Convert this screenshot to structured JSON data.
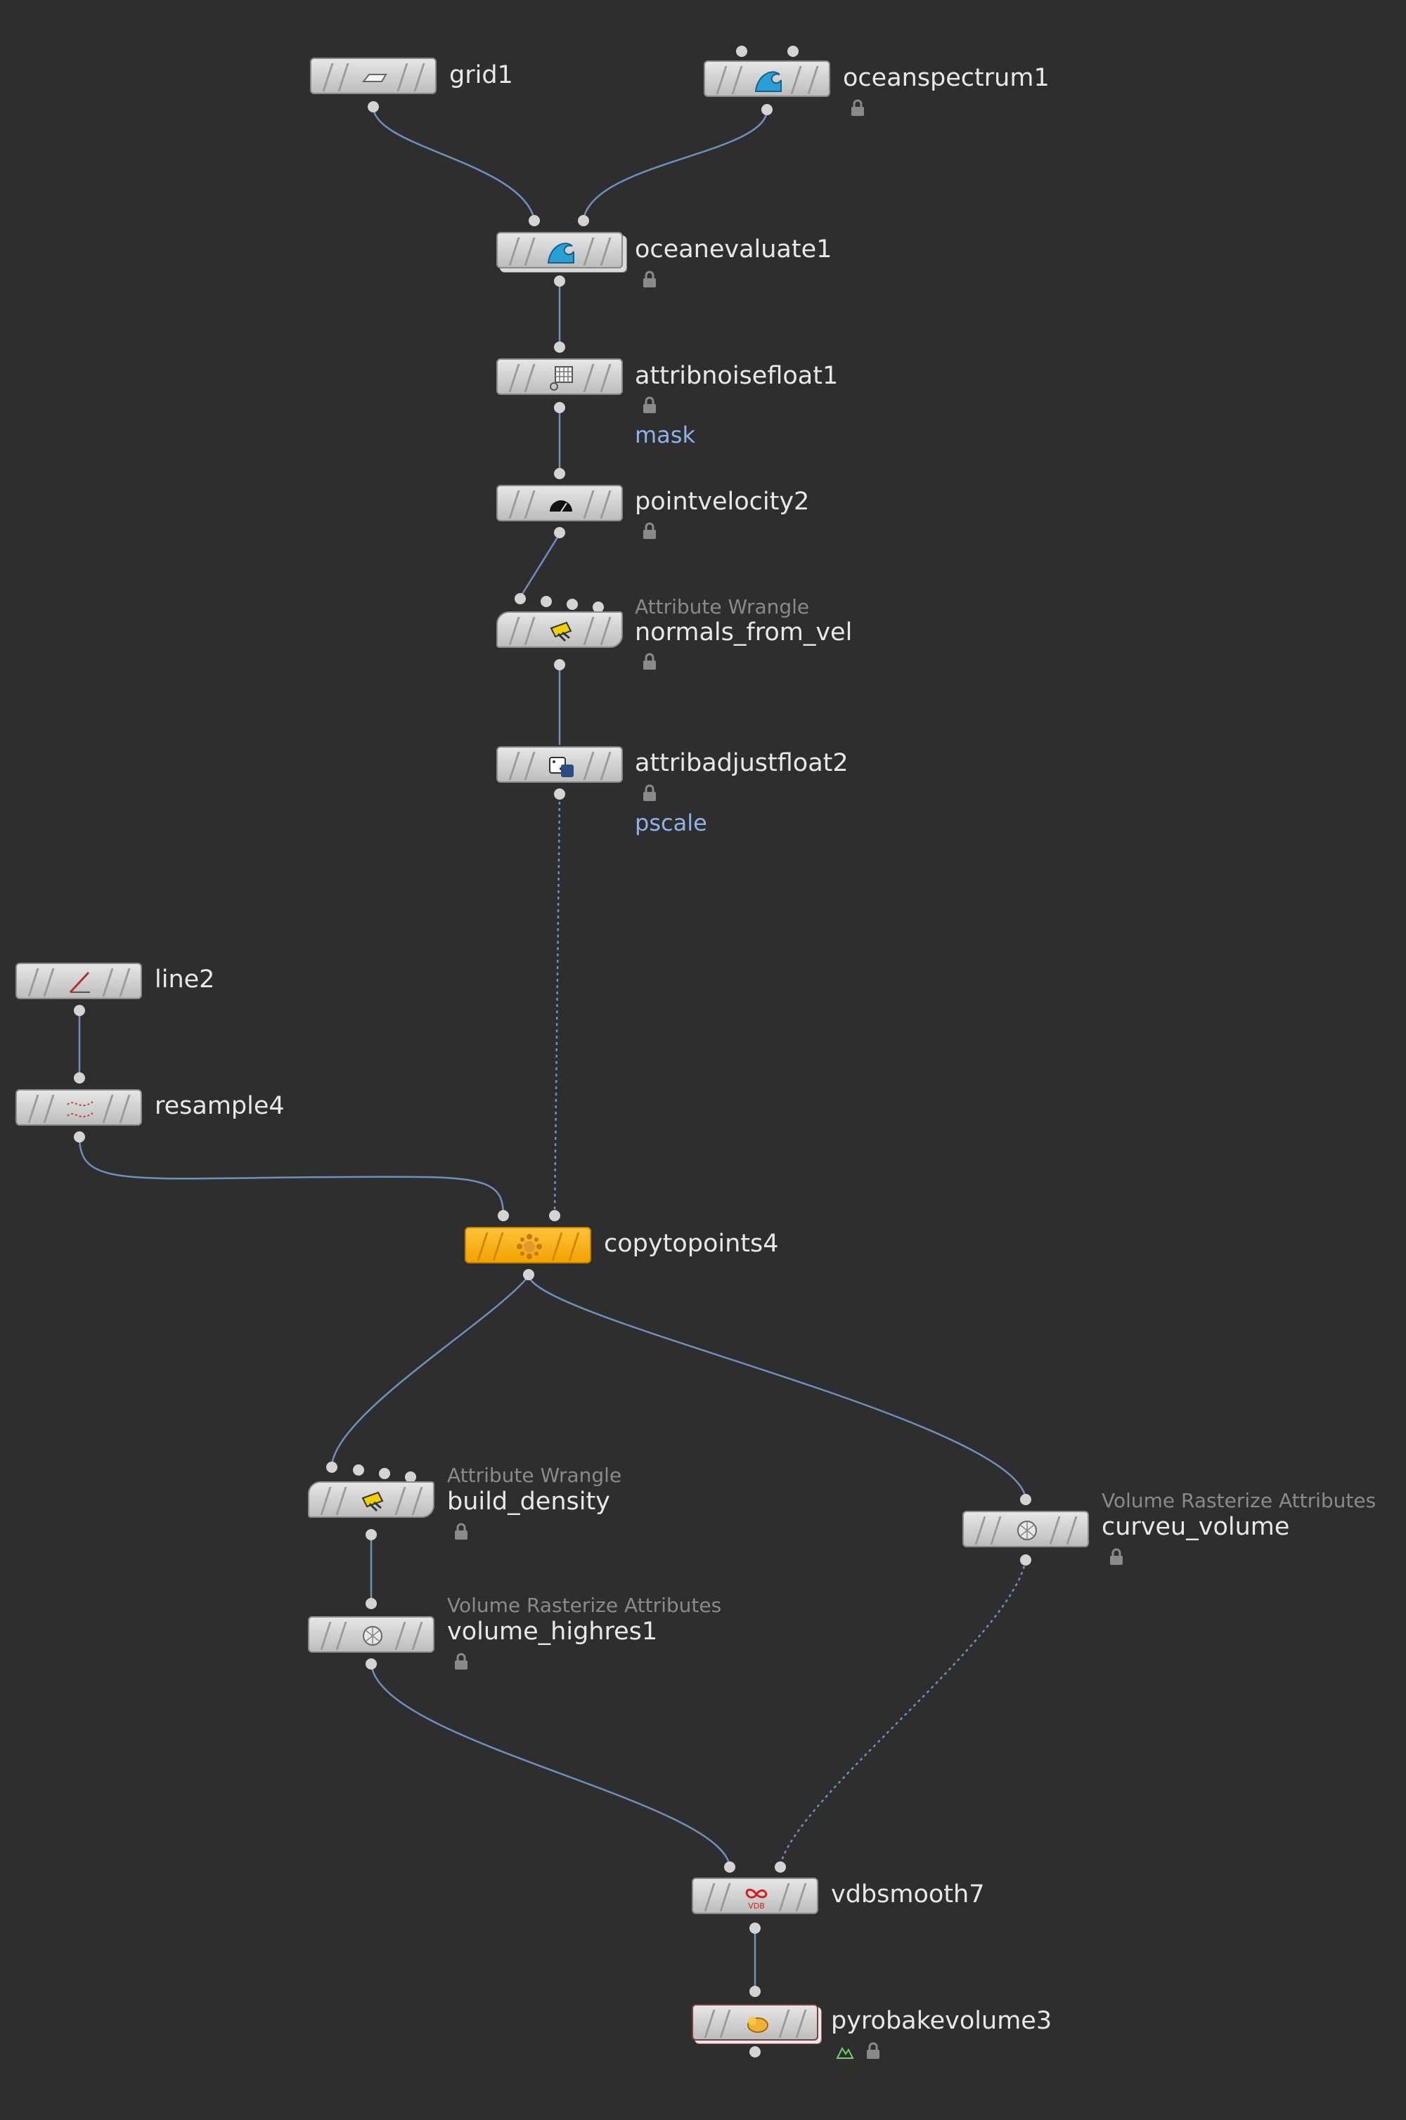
{
  "nodes": {
    "grid1": {
      "label": "grid1",
      "icon": "grid-plane-icon"
    },
    "oceanspectrum1": {
      "label": "oceanspectrum1",
      "icon": "ocean-wave-icon"
    },
    "oceanevaluate1": {
      "label": "oceanevaluate1",
      "icon": "ocean-wave-icon"
    },
    "attribnoisefloat1": {
      "label": "attribnoisefloat1",
      "icon": "noise-grid-icon",
      "group": "mask"
    },
    "pointvelocity2": {
      "label": "pointvelocity2",
      "icon": "velocity-dome-icon"
    },
    "normals_from_vel": {
      "label": "normals_from_vel",
      "type": "Attribute Wrangle",
      "icon": "wrangle-icon"
    },
    "attribadjustfloat2": {
      "label": "attribadjustfloat2",
      "icon": "dice-icon",
      "group": "pscale"
    },
    "line2": {
      "label": "line2",
      "icon": "line-icon"
    },
    "resample4": {
      "label": "resample4",
      "icon": "resample-icon"
    },
    "copytopoints4": {
      "label": "copytopoints4",
      "icon": "copy-points-icon"
    },
    "build_density": {
      "label": "build_density",
      "type": "Attribute Wrangle",
      "icon": "wrangle-icon"
    },
    "curveu_volume": {
      "label": "curveu_volume",
      "type": "Volume Rasterize Attributes",
      "icon": "volume-rasterize-icon"
    },
    "volume_highres1": {
      "label": "volume_highres1",
      "type": "Volume Rasterize Attributes",
      "icon": "volume-rasterize-icon"
    },
    "vdbsmooth7": {
      "label": "vdbsmooth7",
      "icon": "vdb-icon",
      "icon_text": "VDB"
    },
    "pyrobakevolume3": {
      "label": "pyrobakevolume3",
      "icon": "pyro-cloud-icon"
    }
  },
  "colors": {
    "background": "#2e2e2e",
    "wire": "#6f8fbf",
    "highlight": "#f5a800",
    "group_text": "#8fb3e8"
  }
}
